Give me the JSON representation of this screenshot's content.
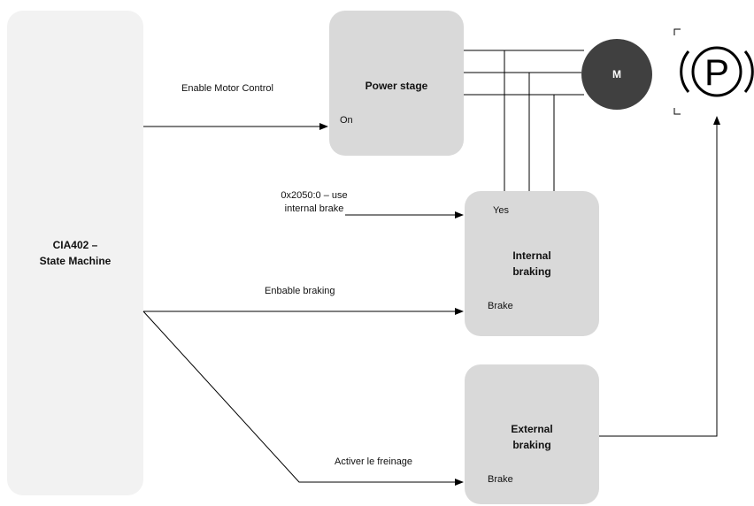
{
  "state_machine": {
    "line1": "CIA402 –",
    "line2": "State Machine"
  },
  "power_stage": {
    "title": "Power stage",
    "port": "On"
  },
  "internal_braking": {
    "line1": "Internal",
    "line2": "braking",
    "port_top": "Yes",
    "port_bottom": "Brake"
  },
  "external_braking": {
    "line1": "External",
    "line2": "braking",
    "port_bottom": "Brake"
  },
  "motor": {
    "label": "M"
  },
  "parking_icon": {
    "name": "parking-brake-icon",
    "letter": "P"
  },
  "connections": {
    "enable_motor_control": "Enable Motor Control",
    "use_internal_brake_line1": "0x2050:0 – use",
    "use_internal_brake_line2": "internal brake",
    "enable_braking": "Enbable braking",
    "activer_freinage": "Activer le freinage"
  },
  "colors": {
    "state_machine_fill": "#f2f2f2",
    "block_fill": "#d9d9d9",
    "motor_fill": "#404040"
  }
}
